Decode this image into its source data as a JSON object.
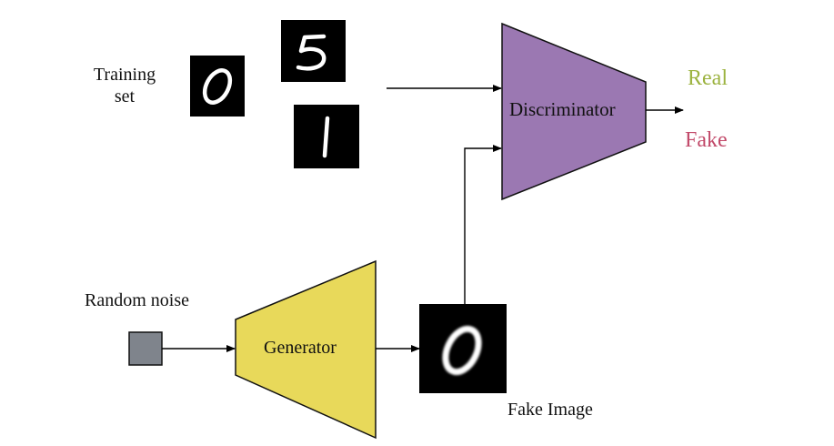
{
  "labels": {
    "training_set_line1": "Training",
    "training_set_line2": "set",
    "random_noise": "Random noise",
    "generator": "Generator",
    "discriminator": "Discriminator",
    "fake_image": "Fake Image",
    "real": "Real",
    "fake": "Fake"
  },
  "samples": {
    "training_digits": [
      "0",
      "5",
      "1"
    ],
    "generated_digit": "0"
  },
  "colors": {
    "generator_fill": "#e8d95a",
    "discriminator_fill": "#9b78b2",
    "noise_fill": "#7f848c",
    "real_text": "#9cb340",
    "fake_text": "#c24a6a",
    "arrow": "#000000"
  }
}
